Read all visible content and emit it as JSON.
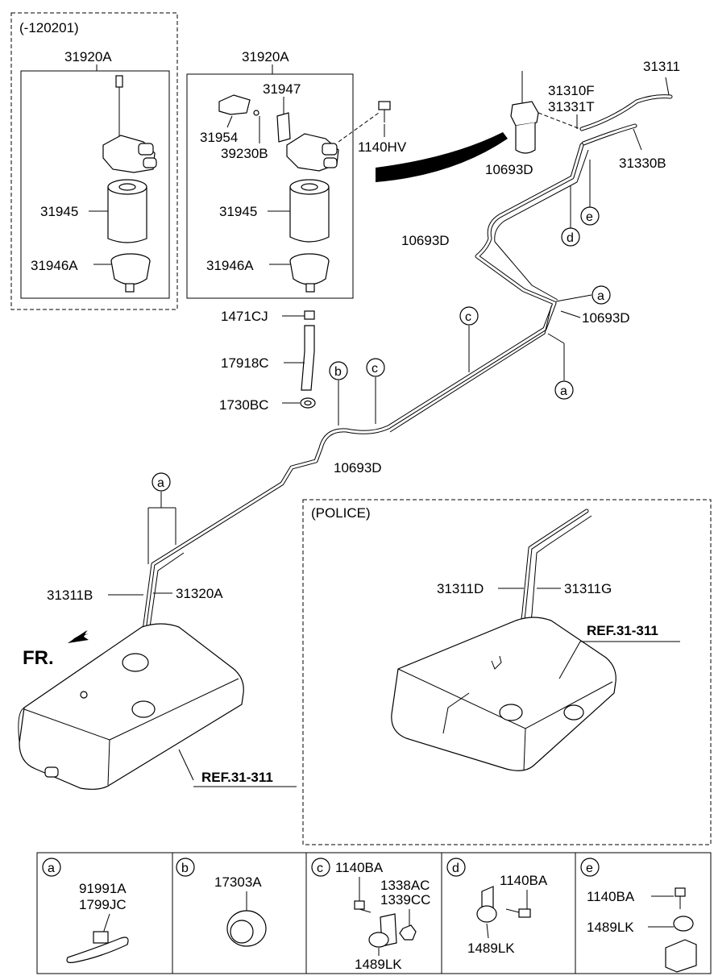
{
  "variant_top": {
    "label": "(-120201)"
  },
  "variant_police": {
    "label": "(POLICE)"
  },
  "parts": {
    "p31920A_left": "31920A",
    "p31945_left": "31945",
    "p31946A_left": "31946A",
    "p31920A_mid": "31920A",
    "p31947": "31947",
    "p31954": "31954",
    "p39230B": "39230B",
    "p1140HV": "1140HV",
    "p31945_mid": "31945",
    "p31946A_mid": "31946A",
    "p1471CJ": "1471CJ",
    "p17918C": "17918C",
    "p1730BC": "1730BC",
    "p31311": "31311",
    "p31310F": "31310F",
    "p31331T": "31331T",
    "p31330B": "31330B",
    "p10693D_a": "10693D",
    "p10693D_b": "10693D",
    "p10693D_c": "10693D",
    "p10693D_d": "10693D",
    "p31311B": "31311B",
    "p31320A": "31320A",
    "p31311D": "31311D",
    "p31311G": "31311G"
  },
  "refs": {
    "ref_main": "REF.31-311",
    "ref_police": "REF.31-311"
  },
  "front": "FR.",
  "callouts": {
    "a": "a",
    "b": "b",
    "c": "c",
    "d": "d",
    "e": "e"
  },
  "legend": {
    "a": {
      "key": "a",
      "parts": [
        "91991A",
        "1799JC"
      ]
    },
    "b": {
      "key": "b",
      "parts": [
        "17303A"
      ]
    },
    "c": {
      "key": "c",
      "parts": [
        "1140BA",
        "1338AC",
        "1339CC",
        "1489LK"
      ]
    },
    "d": {
      "key": "d",
      "parts": [
        "1140BA",
        "1489LK"
      ]
    },
    "e": {
      "key": "e",
      "parts": [
        "1140BA",
        "1489LK"
      ]
    }
  }
}
